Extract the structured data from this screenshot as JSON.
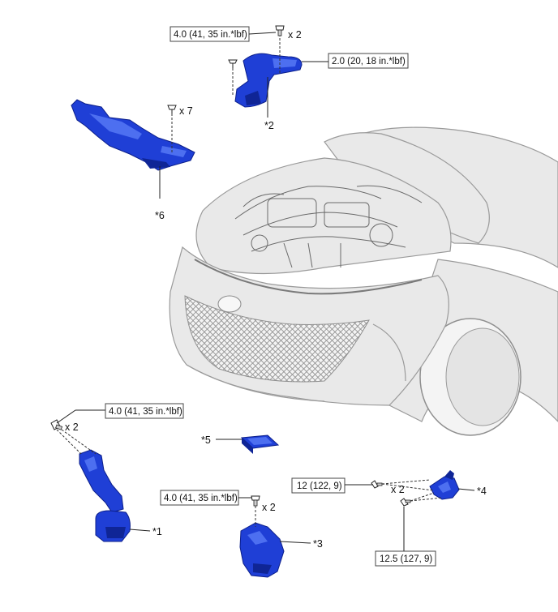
{
  "callouts": {
    "p1": "*1",
    "p2": "*2",
    "p3": "*3",
    "p4": "*4",
    "p5": "*5",
    "p6": "*6"
  },
  "torques": {
    "t_top_bolt": "4.0 (41, 35 in.*lbf)",
    "t_top_clamp": "2.0 (20, 18 in.*lbf)",
    "t_left_bolt": "4.0 (41, 35 in.*lbf)",
    "t_mid_bolt": "4.0 (41, 35 in.*lbf)",
    "t_right_bolt": "12 (122, 9)",
    "t_right_bolt2": "12.5 (127, 9)"
  },
  "quantities": {
    "q_top": "x 2",
    "q_six": "x 7",
    "q_left": "x 2",
    "q_mid": "x 2",
    "q_right": "x 2"
  },
  "colors": {
    "part_blue": "#1f3fd6",
    "line": "#222222"
  }
}
